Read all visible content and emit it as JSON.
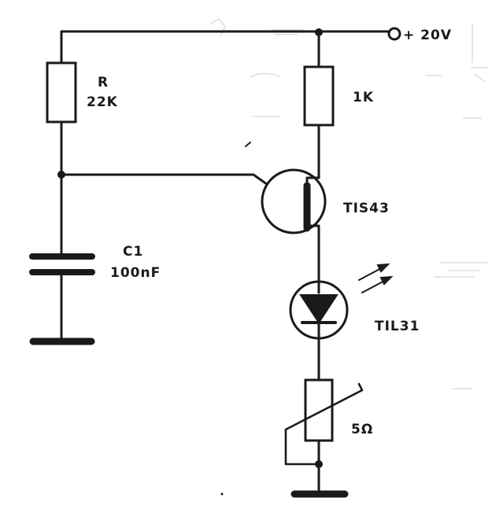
{
  "supply": {
    "label": "+ 20V"
  },
  "resistor_r": {
    "name": "R",
    "value": "22K"
  },
  "resistor_collector": {
    "value": "1K"
  },
  "capacitor": {
    "name": "C1",
    "value": "100nF"
  },
  "transistor": {
    "label": "TIS43"
  },
  "led": {
    "label": "TIL31"
  },
  "variable_resistor": {
    "value": "5Ω"
  },
  "colors": {
    "ink": "#1a1a1a",
    "paper": "#ffffff"
  }
}
